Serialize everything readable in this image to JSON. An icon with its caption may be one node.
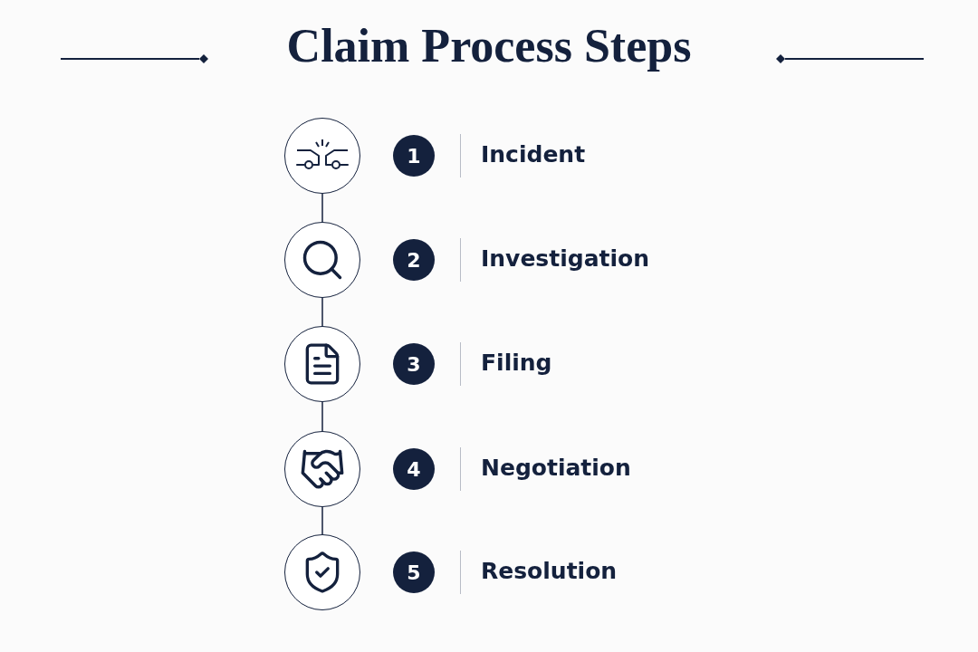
{
  "diagram": {
    "title": "Claim Process Steps",
    "nodes": [
      {
        "text": [],
        "shape": "circle"
      },
      {
        "text": [
          "1"
        ],
        "beside": [
          "Incident"
        ]
      },
      {
        "text": [],
        "shape": "circle"
      },
      {
        "text": [
          "2"
        ],
        "beside": [
          "Investigation"
        ]
      },
      {
        "text": [],
        "shape": "circle"
      },
      {
        "text": [
          "3"
        ],
        "beside": [
          "Filing"
        ]
      },
      {
        "text": [],
        "shape": "circle"
      },
      {
        "text": [
          "4"
        ],
        "beside": [
          "Negotiation"
        ]
      },
      {
        "text": [],
        "shape": "circle"
      },
      {
        "text": [
          "5"
        ],
        "beside": [
          "Resolution"
        ]
      }
    ],
    "edges": [
      {
        "from": 0,
        "to": 2,
        "arrow": "none"
      },
      {
        "from": 2,
        "to": 4,
        "arrow": "none"
      },
      {
        "from": 4,
        "to": 6,
        "arrow": "none"
      },
      {
        "from": 6,
        "to": 8,
        "arrow": "none"
      }
    ]
  }
}
